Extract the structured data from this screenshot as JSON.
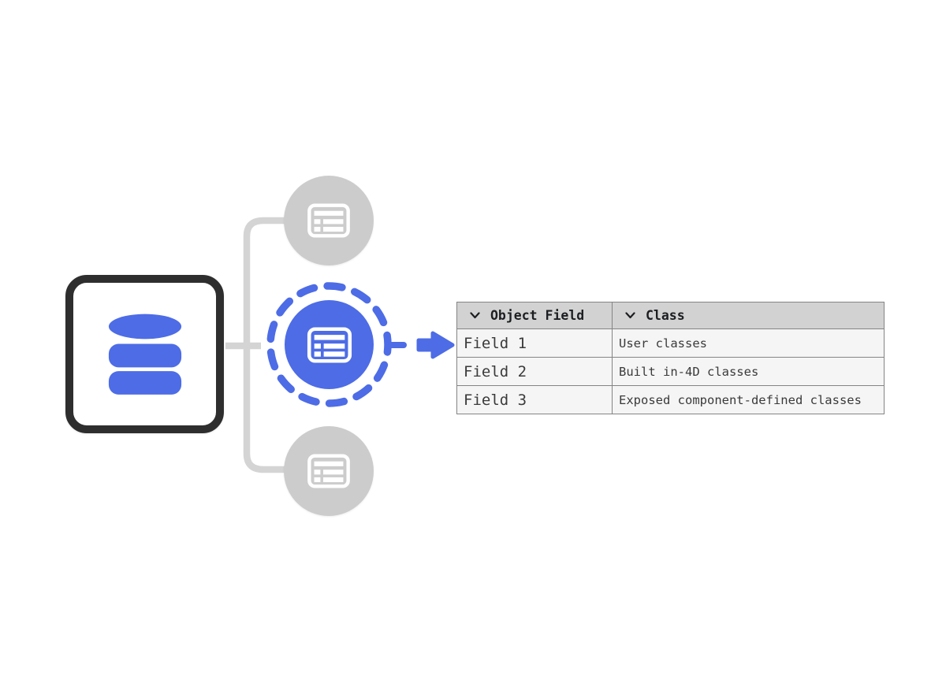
{
  "colors": {
    "accent-blue": "#4d6ce6",
    "node-gray": "#cccccc",
    "connector-gray": "#d4d4d4",
    "box-border": "#2e2e2e",
    "table-border": "#848484",
    "header-bg": "#d2d2d2",
    "row-bg": "#f5f5f5",
    "header-text": "#1c1e21",
    "cell-text": "#3a3a3a"
  },
  "diagram": {
    "source": {
      "icon": "database-icon"
    },
    "nodes": [
      {
        "icon": "table-icon",
        "state": "inactive"
      },
      {
        "icon": "table-icon",
        "state": "selected"
      },
      {
        "icon": "table-icon",
        "state": "inactive"
      }
    ],
    "arrow": {
      "icon": "arrow-right-icon"
    }
  },
  "table": {
    "columns": [
      {
        "label": "Object Field",
        "icon": "chevron-down-icon"
      },
      {
        "label": "Class",
        "icon": "chevron-down-icon"
      }
    ],
    "rows": [
      {
        "field": "Field 1",
        "class": "User classes"
      },
      {
        "field": "Field 2",
        "class": "Built in-4D classes"
      },
      {
        "field": "Field 3",
        "class": "Exposed component-defined classes"
      }
    ]
  }
}
